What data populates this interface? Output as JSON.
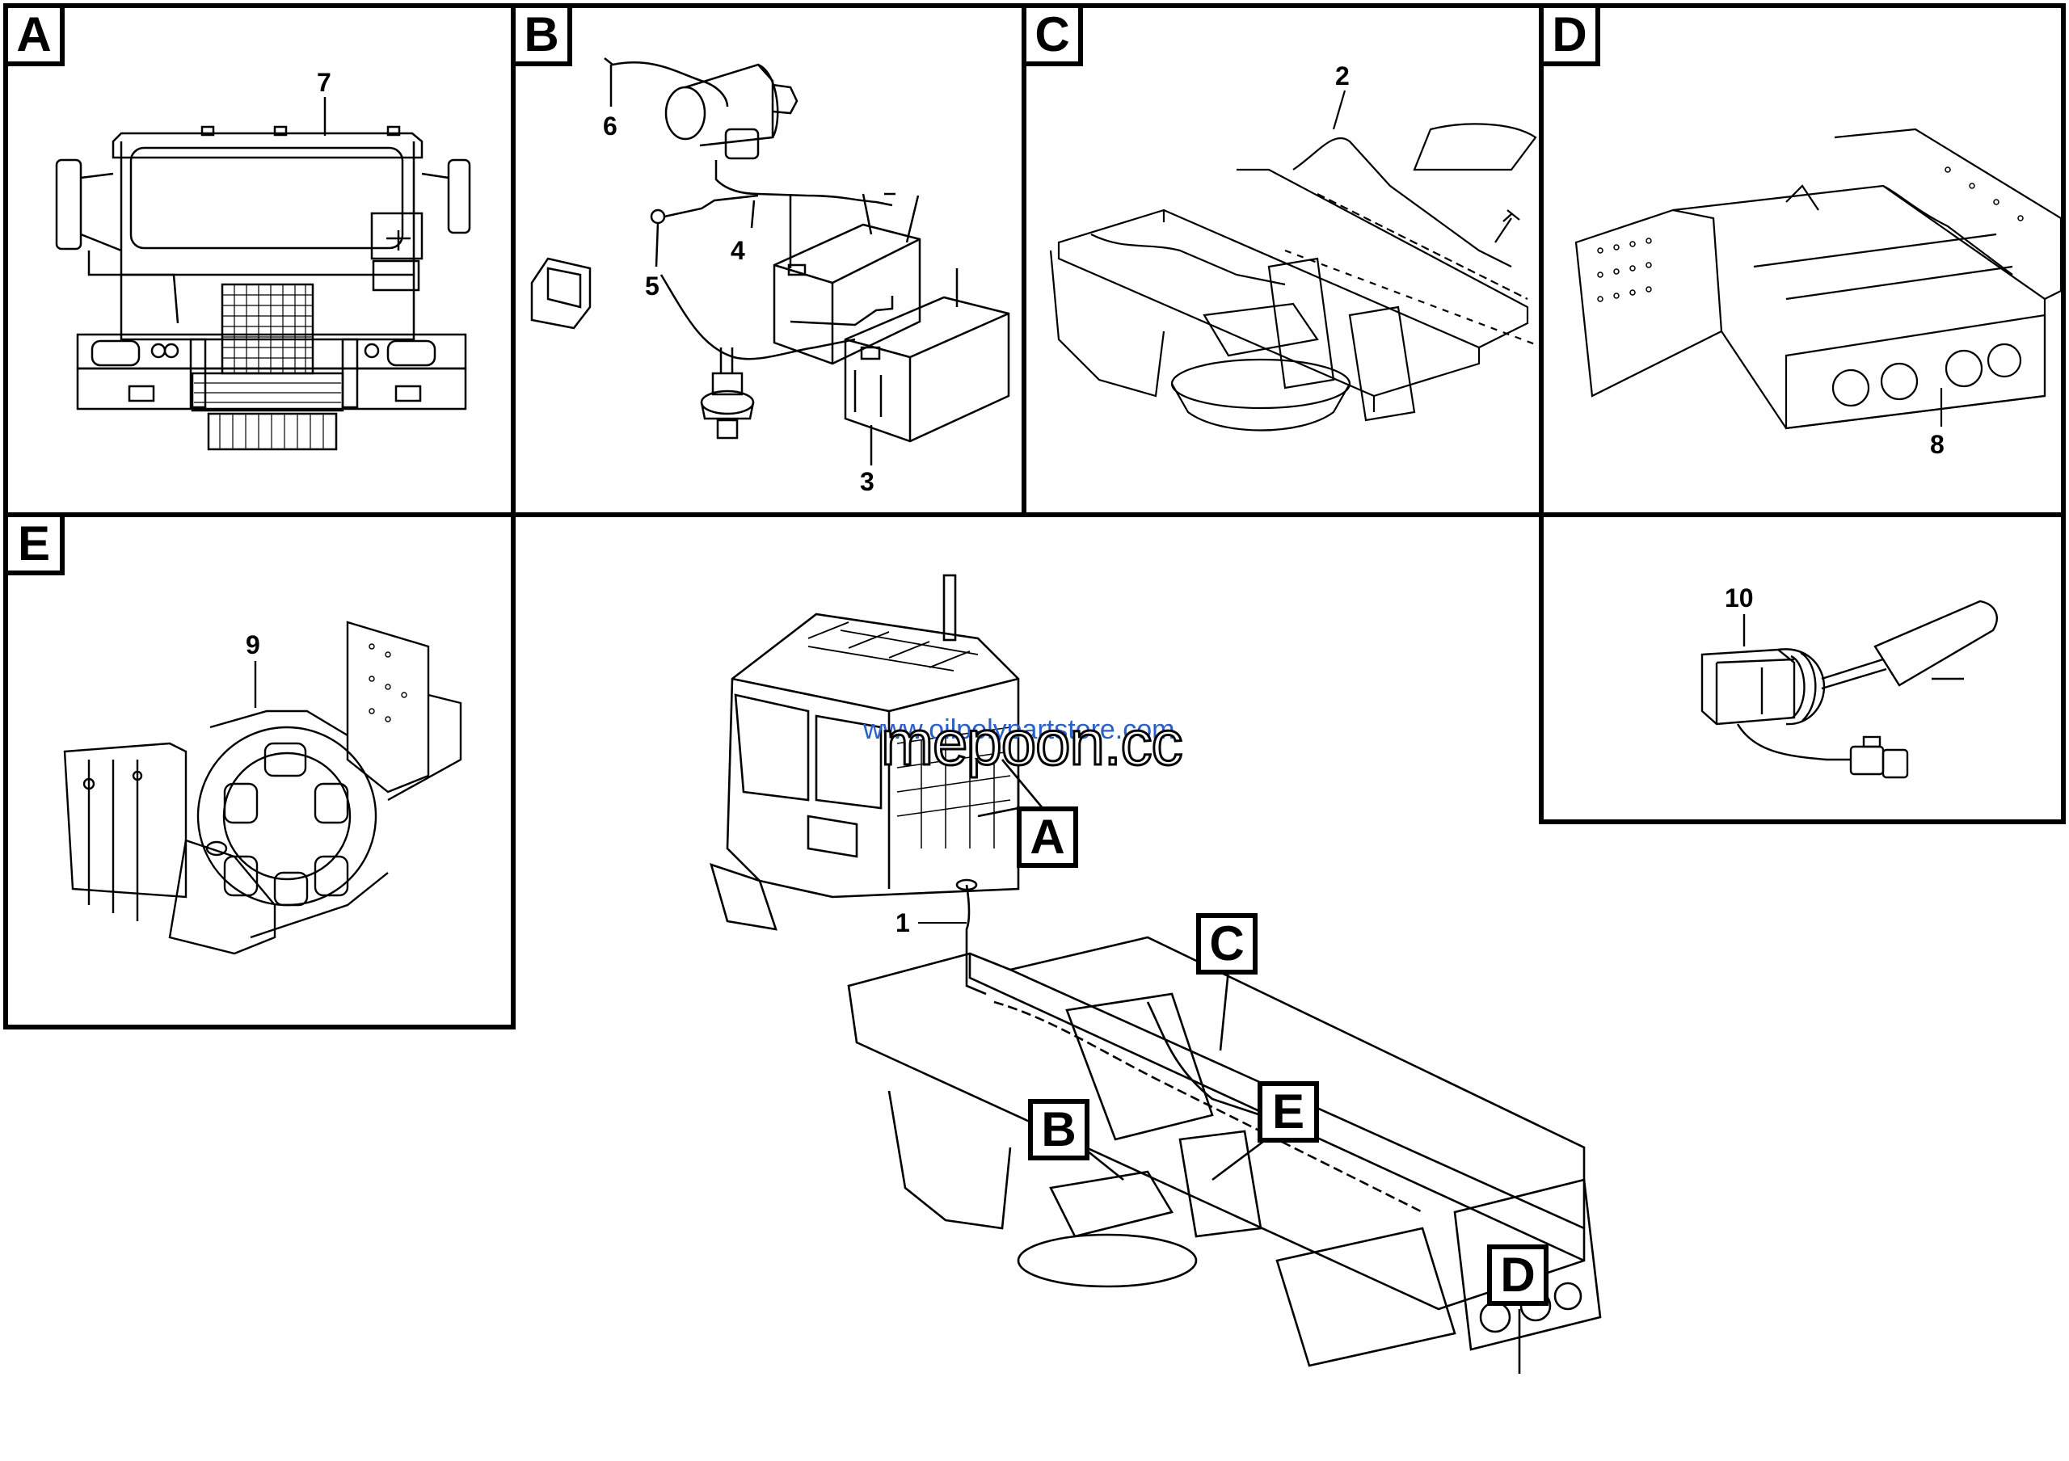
{
  "panels": {
    "A": {
      "letter": "A",
      "callout": "7"
    },
    "B": {
      "letter": "B",
      "callouts": [
        "6",
        "4",
        "5",
        "3"
      ]
    },
    "C": {
      "letter": "C",
      "callout": "2"
    },
    "D": {
      "letter": "D",
      "callout": "8"
    },
    "E": {
      "letter": "E",
      "callout": "9"
    },
    "F": {
      "callout": "10"
    }
  },
  "main_view": {
    "callout": "1",
    "locators": [
      "A",
      "C",
      "B",
      "E",
      "D"
    ]
  },
  "watermark": {
    "main": "mepoon.cc",
    "url": "www.oilpolypartstore.com",
    "url_color": "#2a60c8"
  }
}
